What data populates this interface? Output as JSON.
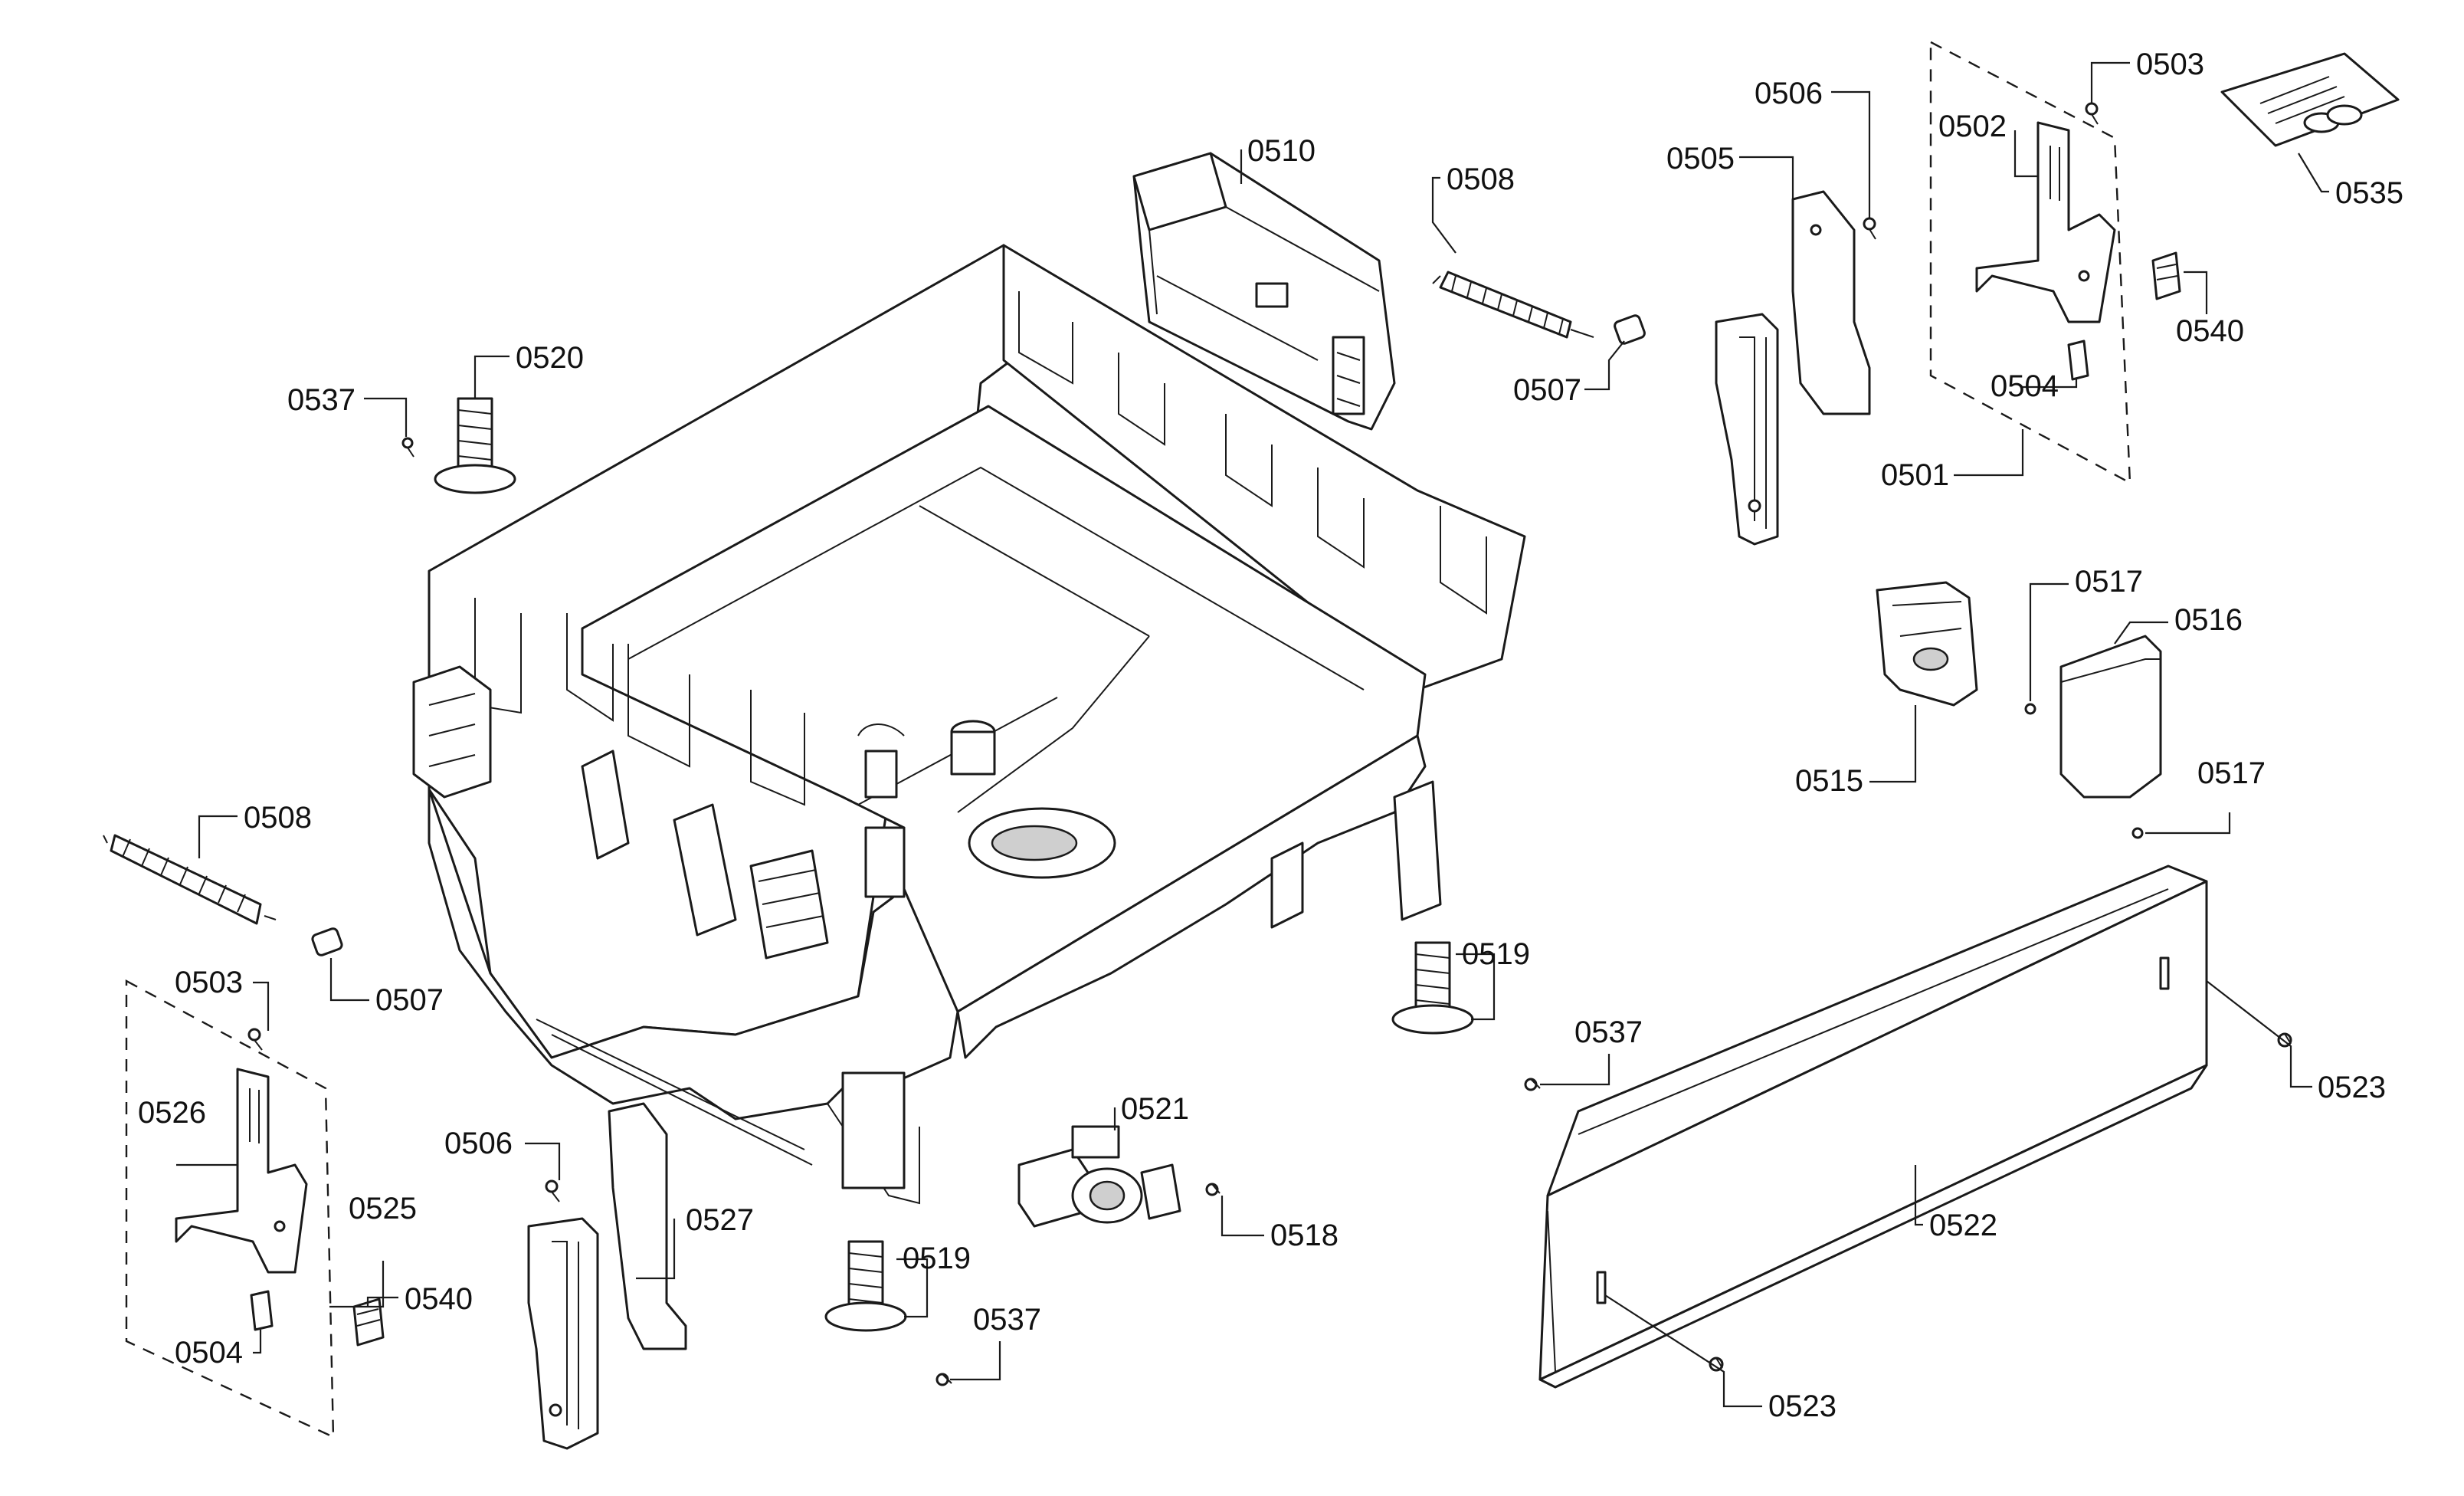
{
  "labels": {
    "l0510": "0510",
    "l0508a": "0508",
    "l0507a": "0507",
    "l0520": "0520",
    "l0537a": "0537",
    "l0506a": "0506",
    "l0505": "0505",
    "l0503a": "0503",
    "l0502": "0502",
    "l0535": "0535",
    "l0540a": "0540",
    "l0504a": "0504",
    "l0501": "0501",
    "l0517a": "0517",
    "l0516": "0516",
    "l0515": "0515",
    "l0517b": "0517",
    "l0508b": "0508",
    "l0507b": "0507",
    "l0503b": "0503",
    "l0526": "0526",
    "l0525": "0525",
    "l0540b": "0540",
    "l0504b": "0504",
    "l0506b": "0506",
    "l0527": "0527",
    "l0519a": "0519",
    "l0519b": "0519",
    "l0537b": "0537",
    "l0537c": "0537",
    "l0521": "0521",
    "l0518": "0518",
    "l0523a": "0523",
    "l0522": "0522",
    "l0523b": "0523"
  }
}
